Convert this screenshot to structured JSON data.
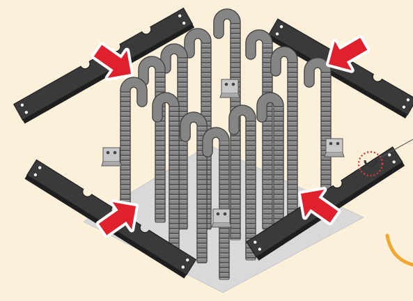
{
  "scene": {
    "colors": {
      "background": "#fcf0da",
      "base_plate": "#d9d9d9",
      "steel_plate": "#3a3a3a",
      "plate_edge": "#1e1e1e",
      "rebar_fill": "#858585",
      "rebar_rib": "#595959",
      "rebar_outline": "#3f3f3f",
      "clamp": "#c9c9c9",
      "arrow_fill": "#e0202c",
      "arrow_outline": "#ffffff",
      "callout_circle": "#d43c3c",
      "accent_arc": "#f0a832"
    },
    "plates": [
      {
        "name": "plate-top-left",
        "icon": "steel-plate-icon"
      },
      {
        "name": "plate-top-right",
        "icon": "steel-plate-icon"
      },
      {
        "name": "plate-bottom-left",
        "icon": "steel-plate-icon"
      },
      {
        "name": "plate-bottom-right",
        "icon": "steel-plate-icon"
      }
    ],
    "arrows": [
      {
        "name": "arrow-top-left",
        "icon": "inward-arrow-icon"
      },
      {
        "name": "arrow-top-right",
        "icon": "inward-arrow-icon"
      },
      {
        "name": "arrow-bottom-left",
        "icon": "inward-arrow-icon"
      },
      {
        "name": "arrow-bottom-right",
        "icon": "inward-arrow-icon"
      }
    ],
    "anchor_bolt_count": 13,
    "callout": {
      "icon": "detail-callout-icon"
    }
  }
}
